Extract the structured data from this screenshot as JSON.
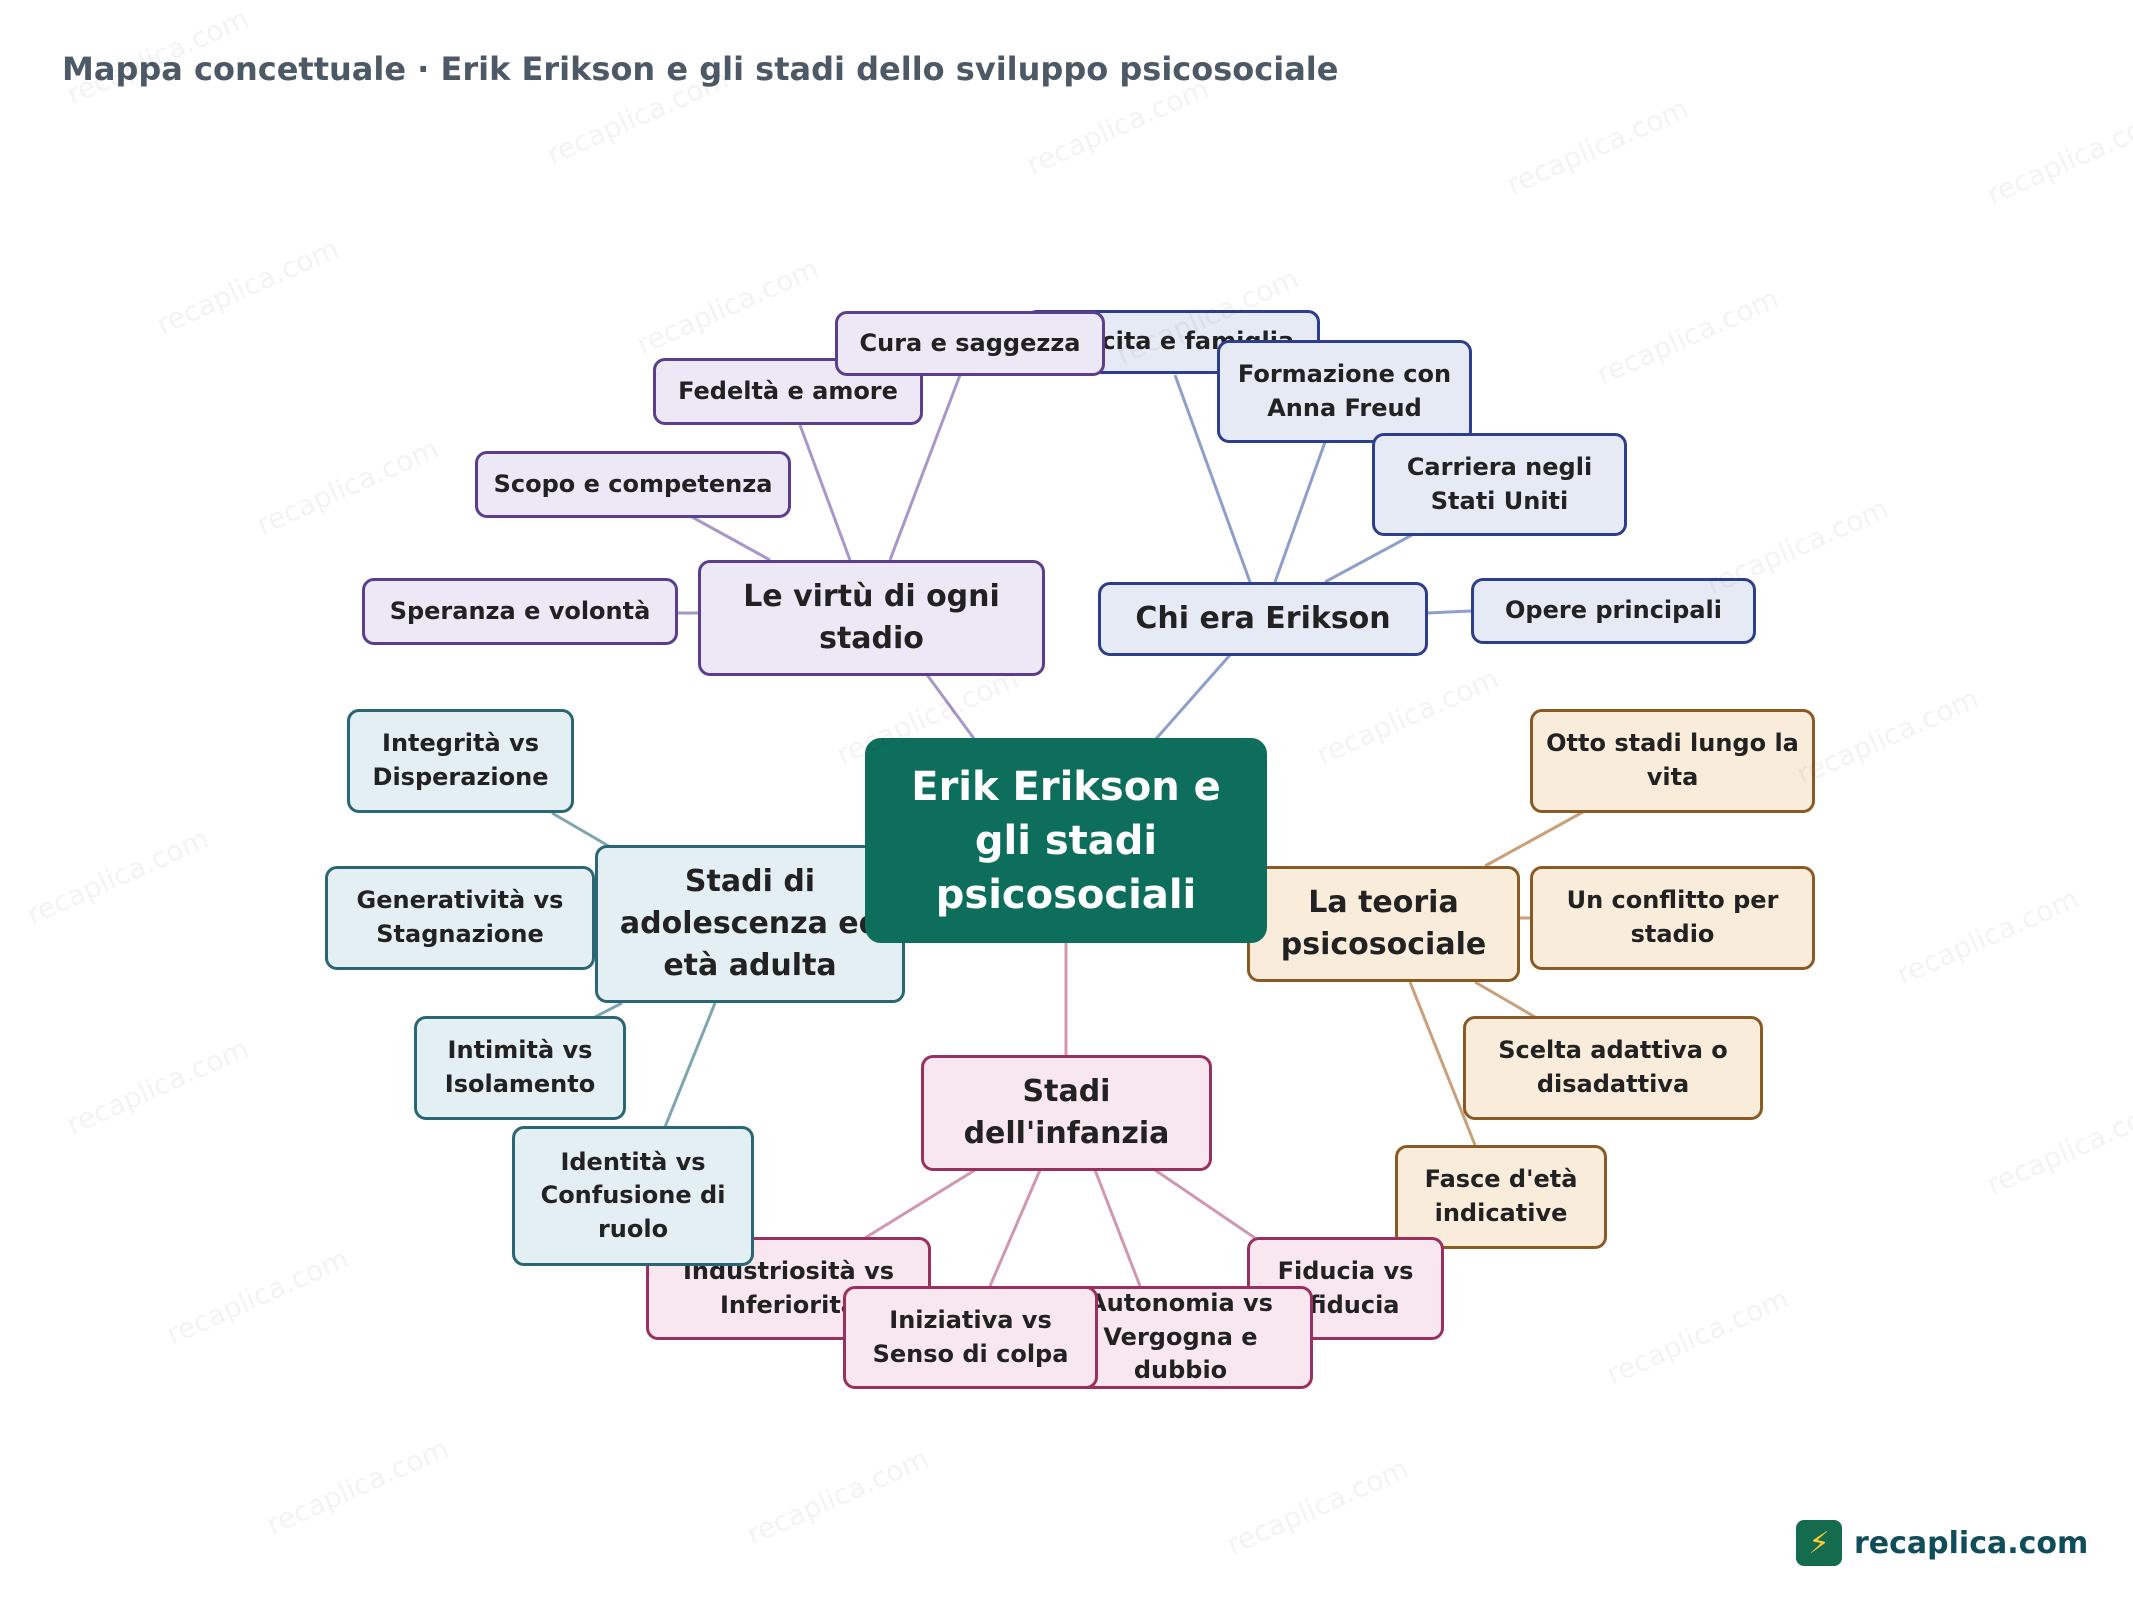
{
  "title": "Mappa concettuale · Erik Erikson e gli stadi dello sviluppo psicosociale",
  "colors": {
    "central": "#0e6e5c",
    "teal_border": "#2a6673",
    "teal_edge": "#7ea6b0",
    "purple_border": "#5c3e8c",
    "purple_edge": "#a897c9",
    "blue_border": "#2c3e8c",
    "blue_edge": "#8e9fca",
    "tan_border": "#8a5a24",
    "tan_edge": "#c9a07a",
    "pink_border": "#9a3060",
    "pink_edge": "#d197b0"
  },
  "central": "Erik Erikson e gli stadi psicosociali",
  "branches": {
    "adult": {
      "label": "Stadi di adolescenza ed età adulta",
      "children": [
        "Integrità vs Disperazione",
        "Generatività vs Stagnazione",
        "Intimità vs Isolamento",
        "Identità vs Confusione di ruolo"
      ]
    },
    "virtues": {
      "label": "Le virtù di ogni stadio",
      "children": [
        "Speranza e volontà",
        "Scopo e competenza",
        "Fedeltà e amore",
        "Cura e saggezza"
      ]
    },
    "erikson": {
      "label": "Chi era Erikson",
      "children": [
        "Nascita e famiglia",
        "Formazione con Anna Freud",
        "Carriera negli Stati Uniti",
        "Opere principali"
      ]
    },
    "theory": {
      "label": "La teoria psicosociale",
      "children": [
        "Otto stadi lungo la vita",
        "Un conflitto per stadio",
        "Scelta adattiva o disadattiva",
        "Fasce d'età indicative"
      ]
    },
    "childhood": {
      "label": "Stadi dell'infanzia",
      "children": [
        "Industriosità vs Inferiorità",
        "Iniziativa vs Senso di colpa",
        "Autonomia vs Vergogna e dubbio",
        "Fiducia vs Sfiducia"
      ]
    }
  },
  "brand": {
    "icon": "lightning-book-icon",
    "name": "recaplica.com"
  },
  "watermark": "recaplica.com"
}
